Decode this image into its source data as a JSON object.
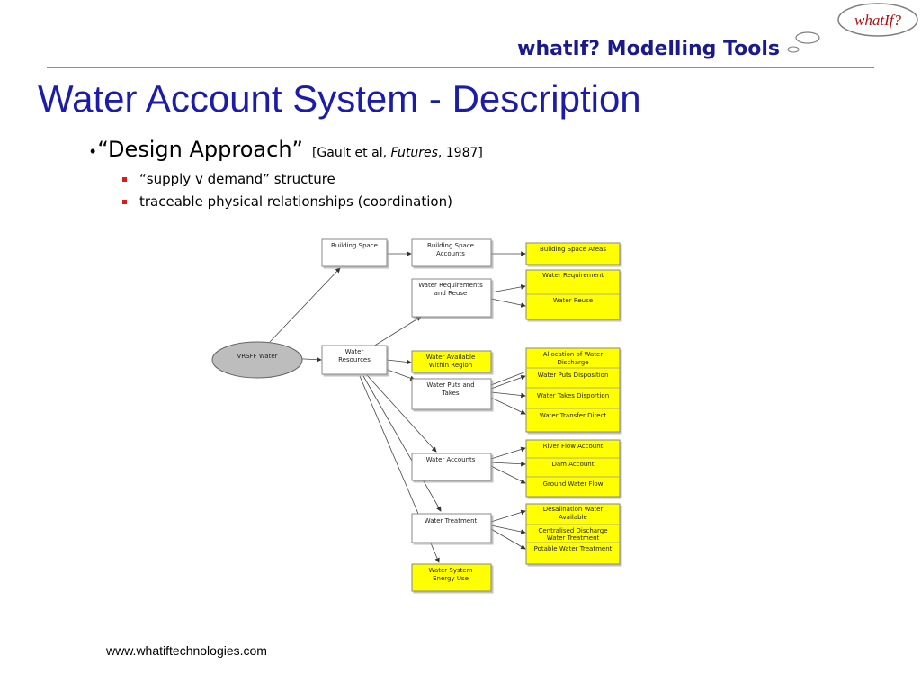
{
  "header": {
    "logo_text": "whatIf?",
    "title": "whatIf? Modelling Tools"
  },
  "slide": {
    "title": "Water Account System - Description",
    "bullet": {
      "text": "“Design Approach”",
      "cite_prefix": "[Gault et al, ",
      "cite_italic": "Futures",
      "cite_suffix": ", 1987]"
    },
    "sub_bullets": [
      "“supply v demand” structure",
      "traceable physical relationships (coordination)"
    ]
  },
  "diagram": {
    "root": "VRSFF Water",
    "nodes": {
      "building_space": "Building Space",
      "bs_accounts": [
        "Building Space",
        "Accounts"
      ],
      "bs_areas": "Building Space Areas",
      "water_req_reuse": [
        "Water Requirements",
        "and Reuse"
      ],
      "water_requirement": "Water Requirement",
      "water_reuse": "Water Reuse",
      "water_resources": [
        "Water",
        "Resources"
      ],
      "water_available": [
        "Water Available",
        "Within Region"
      ],
      "puts_takes": [
        "Water Puts and",
        "Takes"
      ],
      "allocation": [
        "Allocation of Water",
        "Discharge"
      ],
      "puts_disposition": "Water Puts Disposition",
      "takes_disposition": "Water Takes Disportion",
      "transfer_direct": "Water Transfer Direct",
      "water_accounts": "Water Accounts",
      "river_flow": "River Flow Account",
      "dam_account": "Dam Account",
      "ground_water": "Ground Water Flow",
      "water_treatment": "Water Treatment",
      "desalination": [
        "Desalination Water",
        "Available"
      ],
      "centralised": [
        "Centralised Discharge",
        "Water Treatment"
      ],
      "potable": "Potable Water Treatment",
      "energy_use": [
        "Water System",
        "Energy Use"
      ]
    },
    "colors": {
      "highlight": "#ffff00",
      "root_fill": "#bdbdbd",
      "accent_bullet": "#e01818",
      "title_blue": "#1c1ca8"
    }
  },
  "footer": {
    "url": "www.whatiftechnologies.com"
  }
}
